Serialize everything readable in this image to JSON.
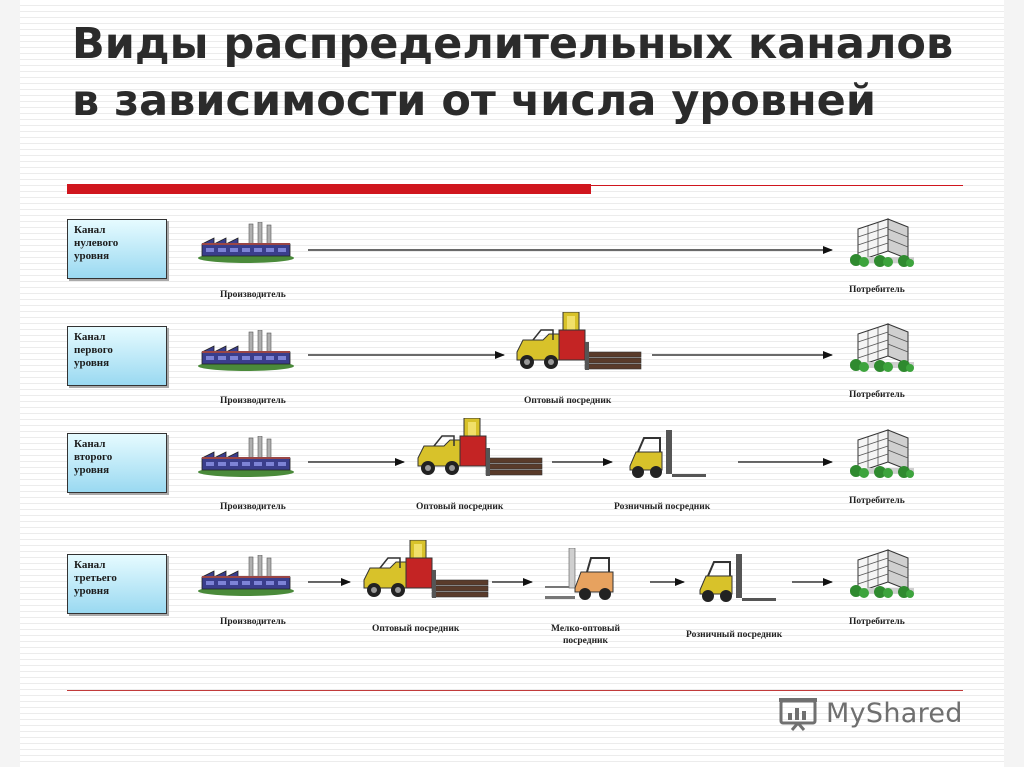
{
  "title": "Виды распределительных каналов в зависимости от числа уровней",
  "rows": [
    {
      "level_line1": "Канал",
      "level_line2": "нулевого",
      "level_line3": "уровня",
      "producer": "Производитель",
      "consumer": "Потребитель"
    },
    {
      "level_line1": "Канал",
      "level_line2": "первого",
      "level_line3": "уровня",
      "producer": "Производитель",
      "wholesale": "Оптовый посредник",
      "consumer": "Потребитель"
    },
    {
      "level_line1": "Канал",
      "level_line2": "второго",
      "level_line3": "уровня",
      "producer": "Производитель",
      "wholesale": "Оптовый посредник",
      "retail": "Розничный посредник",
      "consumer": "Потребитель"
    },
    {
      "level_line1": "Канал",
      "level_line2": "третьего",
      "level_line3": "уровня",
      "producer": "Производитель",
      "wholesale": "Оптовый посредник",
      "small_line1": "Мелко-оптовый",
      "small_line2": "посредник",
      "retail": "Розничный посредник",
      "consumer": "Потребитель"
    }
  ],
  "branding": {
    "name": "MyShared",
    "icon": "presentation-board-icon"
  },
  "colors": {
    "accent_red": "#d0161e",
    "box_fill": "#bfeaf8",
    "factory": "#3a3e8c",
    "forklift": "#d8c22a"
  }
}
